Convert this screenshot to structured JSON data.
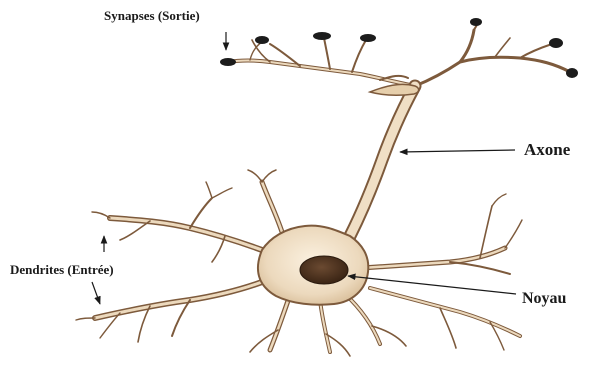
{
  "labels": {
    "synapses": "Synapses (Sortie)",
    "axone": "Axone",
    "dendrites": "Dendrites (Entrée)",
    "noyau": "Noyau"
  },
  "colors": {
    "membrane": "#f2e3cc",
    "outline": "#7d5a3c",
    "nucleus": "#4a2f1c",
    "terminal": "#1c1c1c",
    "arrow": "#1a1a1a"
  }
}
